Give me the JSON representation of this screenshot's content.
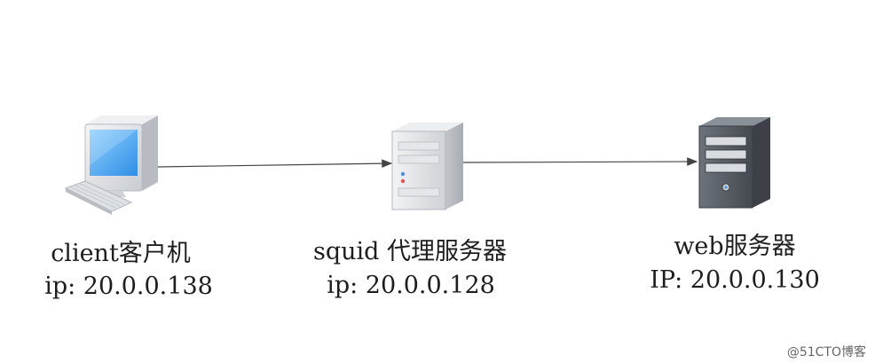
{
  "nodes": {
    "client": {
      "icon": "desktop-computer-icon",
      "name": "client客户机",
      "ip": "ip: 20.0.0.138"
    },
    "proxy": {
      "icon": "server-tower-light-icon",
      "name": "squid 代理服务器",
      "ip": "ip: 20.0.0.128"
    },
    "web": {
      "icon": "server-tower-dark-icon",
      "name": "web服务器",
      "ip": "IP: 20.0.0.130"
    }
  },
  "edges": [
    {
      "from": "client",
      "to": "proxy"
    },
    {
      "from": "proxy",
      "to": "web"
    }
  ],
  "watermark": "@51CTO博客",
  "colors": {
    "screen_blue": "#5aaaf0",
    "monitor_body": "#e6e8eb",
    "server_light": "#dcdfe3",
    "server_dark": "#5a5f66",
    "edge": "#444444"
  }
}
